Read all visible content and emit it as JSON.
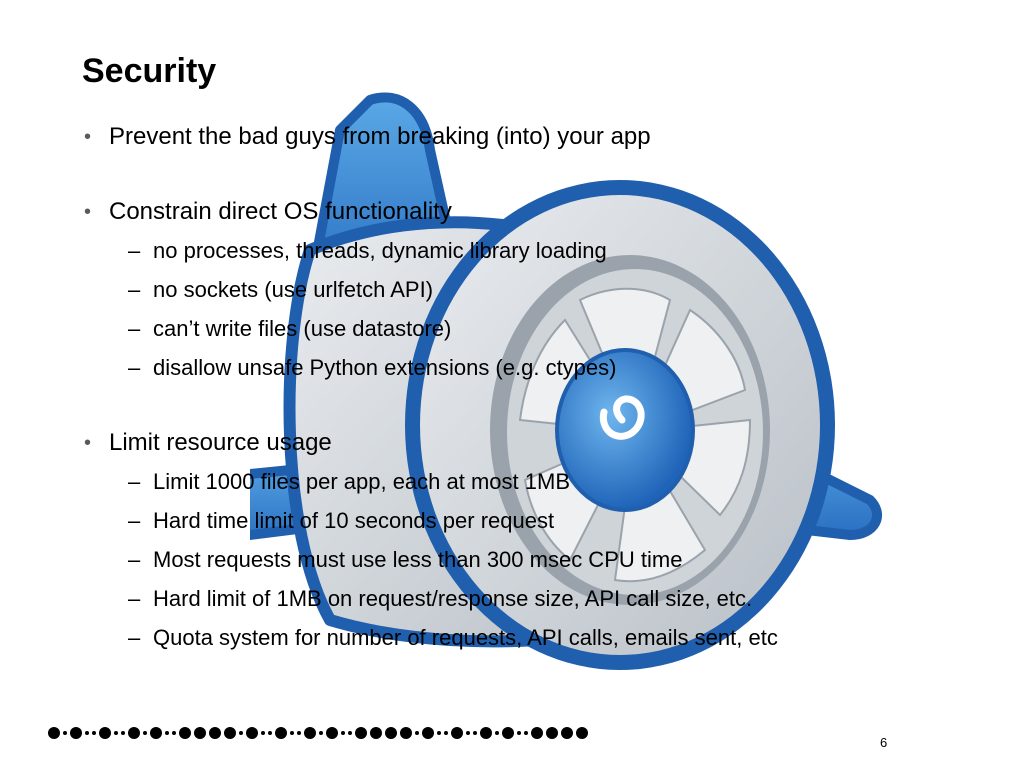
{
  "slide": {
    "title": "Security",
    "page_number": "6",
    "sections": [
      {
        "text": "Prevent the bad guys from breaking (into) your app",
        "items": []
      },
      {
        "text": "Constrain direct OS functionality",
        "items": [
          "no processes, threads, dynamic library loading",
          "no sockets (use urlfetch API)",
          "can’t write files (use datastore)",
          "disallow unsafe Python extensions (e.g. ctypes)"
        ]
      },
      {
        "text": "Limit resource usage",
        "items": [
          "Limit 1000 files per app, each at most 1MB",
          "Hard time limit of 10 seconds per request",
          "Most requests must use less than 300 msec CPU time",
          "Hard limit of 1MB on request/response size, API call size, etc.",
          "Quota system for number of requests, API calls, emails sent, etc"
        ]
      }
    ],
    "bullet_glyph": "•",
    "dash_glyph": "–",
    "footer_pattern": "B.B..B..B.B..BBBB.B..B..B.B..BBBB.B..B..B.B..BBBB"
  },
  "colors": {
    "logo_dark_blue": "#1f5fae",
    "logo_light_blue": "#3d8fd9",
    "logo_gray": "#c9ced3",
    "text": "#000000"
  },
  "icons": {
    "background_logo": "app-engine-jet-engine-icon"
  }
}
